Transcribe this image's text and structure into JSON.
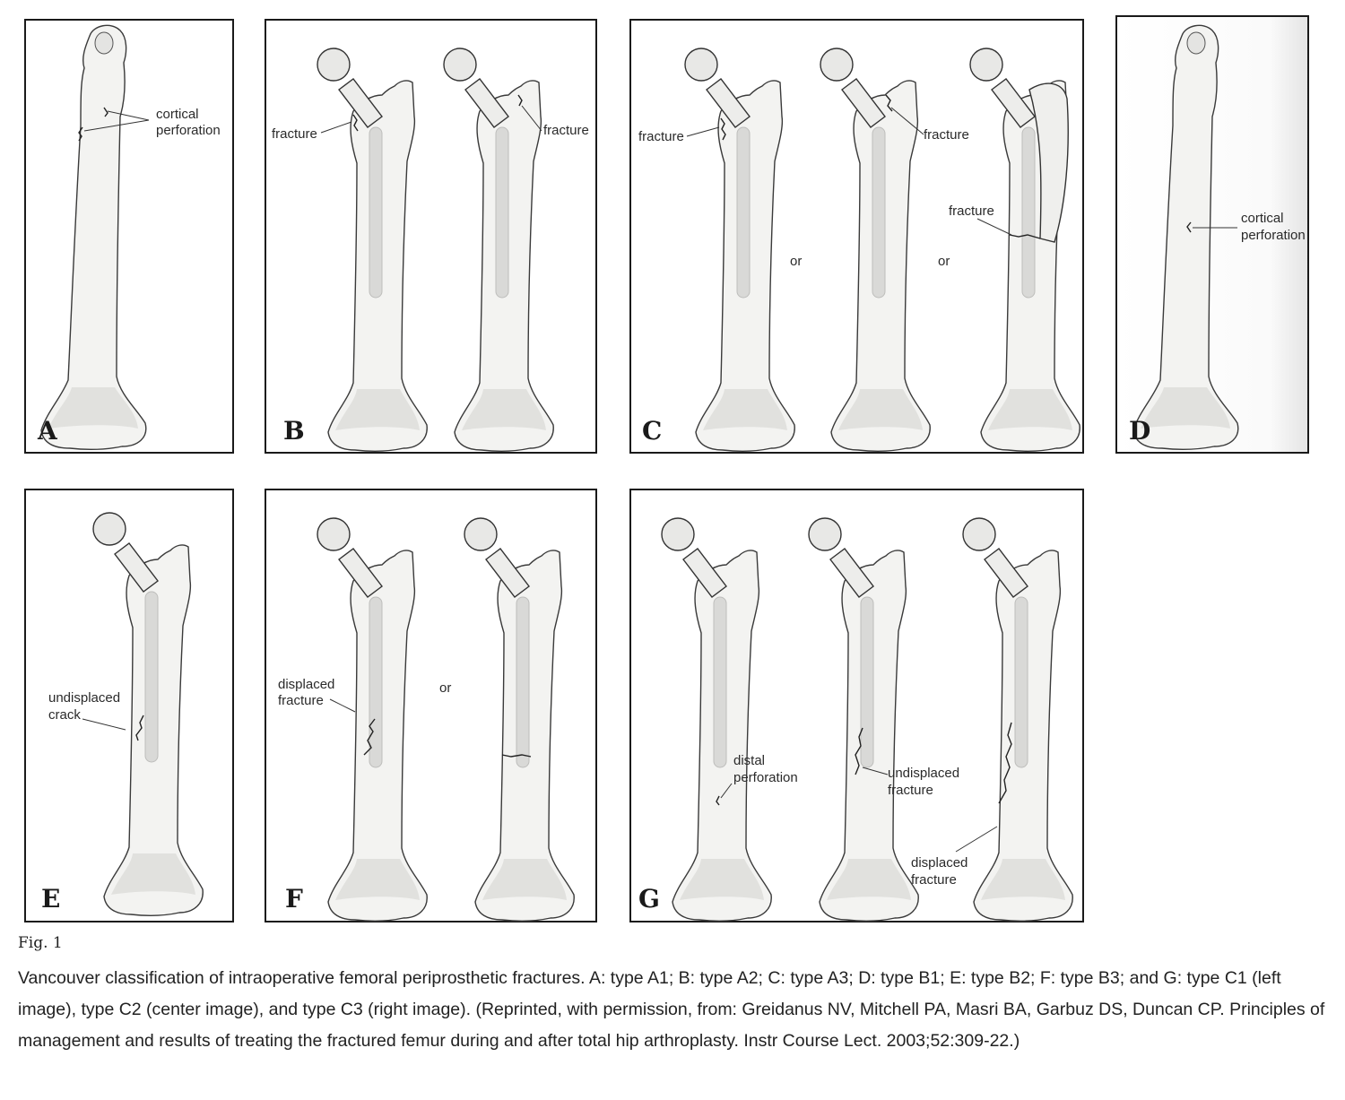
{
  "panels": [
    {
      "letter": "A",
      "labels": [
        "cortical",
        "perforation"
      ]
    },
    {
      "letter": "B",
      "labels": [
        "fracture",
        "fracture"
      ]
    },
    {
      "letter": "C",
      "labels": [
        "fracture",
        "fracture",
        "fracture",
        "or",
        "or"
      ]
    },
    {
      "letter": "D",
      "labels": [
        "cortical",
        "perforation"
      ]
    },
    {
      "letter": "E",
      "labels": [
        "undisplaced",
        "crack"
      ]
    },
    {
      "letter": "F",
      "labels": [
        "displaced",
        "fracture",
        "or"
      ]
    },
    {
      "letter": "G",
      "labels": [
        "distal",
        "perforation",
        "undisplaced",
        "fracture",
        "displaced",
        "fracture"
      ]
    }
  ],
  "caption": {
    "fig_label": "Fig. 1",
    "text": "Vancouver classification of intraoperative femoral periprosthetic fractures. A: type A1; B: type A2; C: type A3; D: type B1; E: type B2; F: type B3; and G: type C1 (left image), type C2 (center image), and type C3 (right image). (Reprinted, with permission, from: Greidanus NV, Mitchell PA, Masri BA, Garbuz DS, Duncan CP. Principles of management and results of treating the fractured femur during and after total hip arthroplasty. Instr Course Lect. 2003;52:309-22.)"
  }
}
